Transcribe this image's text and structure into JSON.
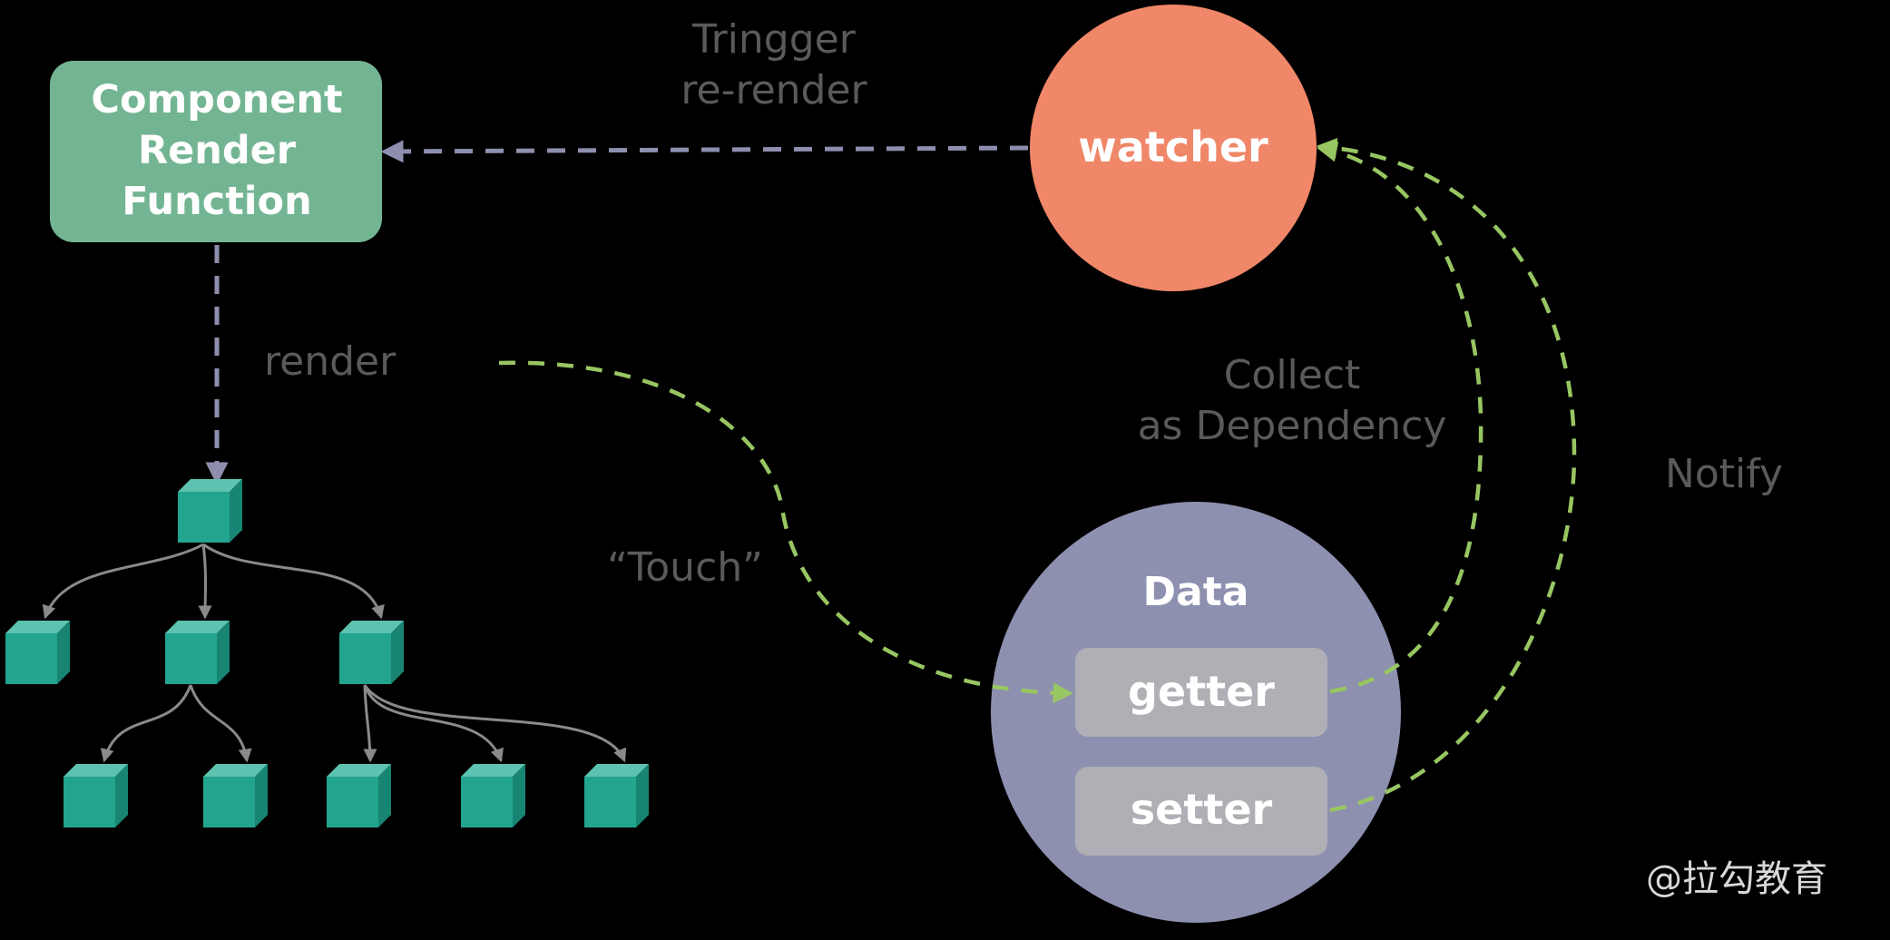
{
  "colors": {
    "background": "#000000",
    "component_box": "#73b592",
    "watcher_circle": "#f08769",
    "data_circle": "#8e90b0",
    "accessor_box": "#afafb5",
    "cube_front": "#22a48e",
    "cube_top": "#5dc2b0",
    "cube_side": "#178571",
    "green_dash": "#98c662",
    "gray_dash": "#8e8fae",
    "dark_label": "#5a5a5a"
  },
  "nodes": {
    "component": {
      "lines": [
        "Component",
        "Render",
        "Function"
      ]
    },
    "watcher": {
      "label": "watcher"
    },
    "data": {
      "label": "Data",
      "getter": "getter",
      "setter": "setter"
    }
  },
  "edge_labels": {
    "trigger": [
      "Tringger",
      "re-render"
    ],
    "render": "render",
    "touch": "“Touch”",
    "collect": [
      "Collect",
      "as Dependency"
    ],
    "notify": "Notify"
  },
  "watermark": "@拉勾教育",
  "icons": {
    "tree_node": "cube-icon",
    "arrowhead": "arrowhead-icon"
  }
}
